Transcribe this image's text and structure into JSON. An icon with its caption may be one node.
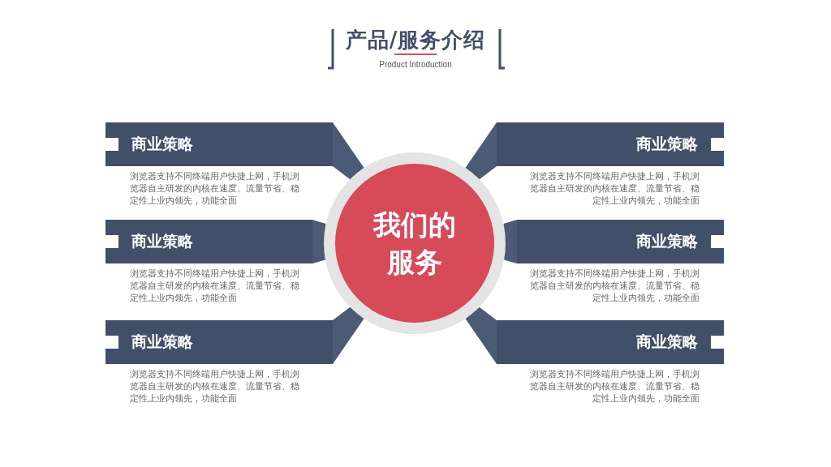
{
  "diagram": {
    "title": "产品/服务介绍",
    "nodes": [
      {
        "text": [
          "商业策略"
        ],
        "beside": [
          "浏览器支持不同终端用户快捷上网，手机浏览器自主研发的内核在速度、流量节省、稳定性上业内领先，功能全面"
        ]
      },
      {
        "text": [
          "商业策略"
        ],
        "beside": [
          "浏览器支持不同终端用户快捷上网，手机浏览器自主研发的内核在速度、流量节省、稳定性上业内领先，功能全面"
        ]
      },
      {
        "text": [
          "我们的服务"
        ]
      },
      {
        "text": [
          "商业策略"
        ],
        "beside": [
          "浏览器支持不同终端用户快捷上网，手机浏览器自主研发的内核在速度、流量节省、稳定性上业内领先，功能全面"
        ]
      },
      {
        "text": [
          "商业策略"
        ],
        "beside": [
          "浏览器支持不同终端用户快捷上网，手机浏览器自主研发的内核在速度、流量节省、稳定性上业内领先，功能全面"
        ]
      },
      {
        "text": [
          "商业策略"
        ],
        "beside": [
          "浏览器支持不同终端用户快捷上网，手机浏览器自主研发的内核在速度、流量节省、稳定性上业内领先，功能全面"
        ]
      },
      {
        "text": [
          "商业策略"
        ],
        "beside": [
          "浏览器支持不同终端用户快捷上网，手机浏览器自主研发的内核在速度、流量节省、稳定性上业内领先，功能全面"
        ]
      }
    ],
    "edges": [
      {
        "from": 0,
        "to": 2,
        "arrow": "none"
      },
      {
        "from": 1,
        "to": 2,
        "arrow": "none"
      },
      {
        "from": 3,
        "to": 2,
        "arrow": "none"
      },
      {
        "from": 4,
        "to": 2,
        "arrow": "none"
      },
      {
        "from": 5,
        "to": 2,
        "arrow": "none"
      },
      {
        "from": 6,
        "to": 2,
        "arrow": "none"
      }
    ],
    "labels": [
      "Product Introduction"
    ]
  }
}
